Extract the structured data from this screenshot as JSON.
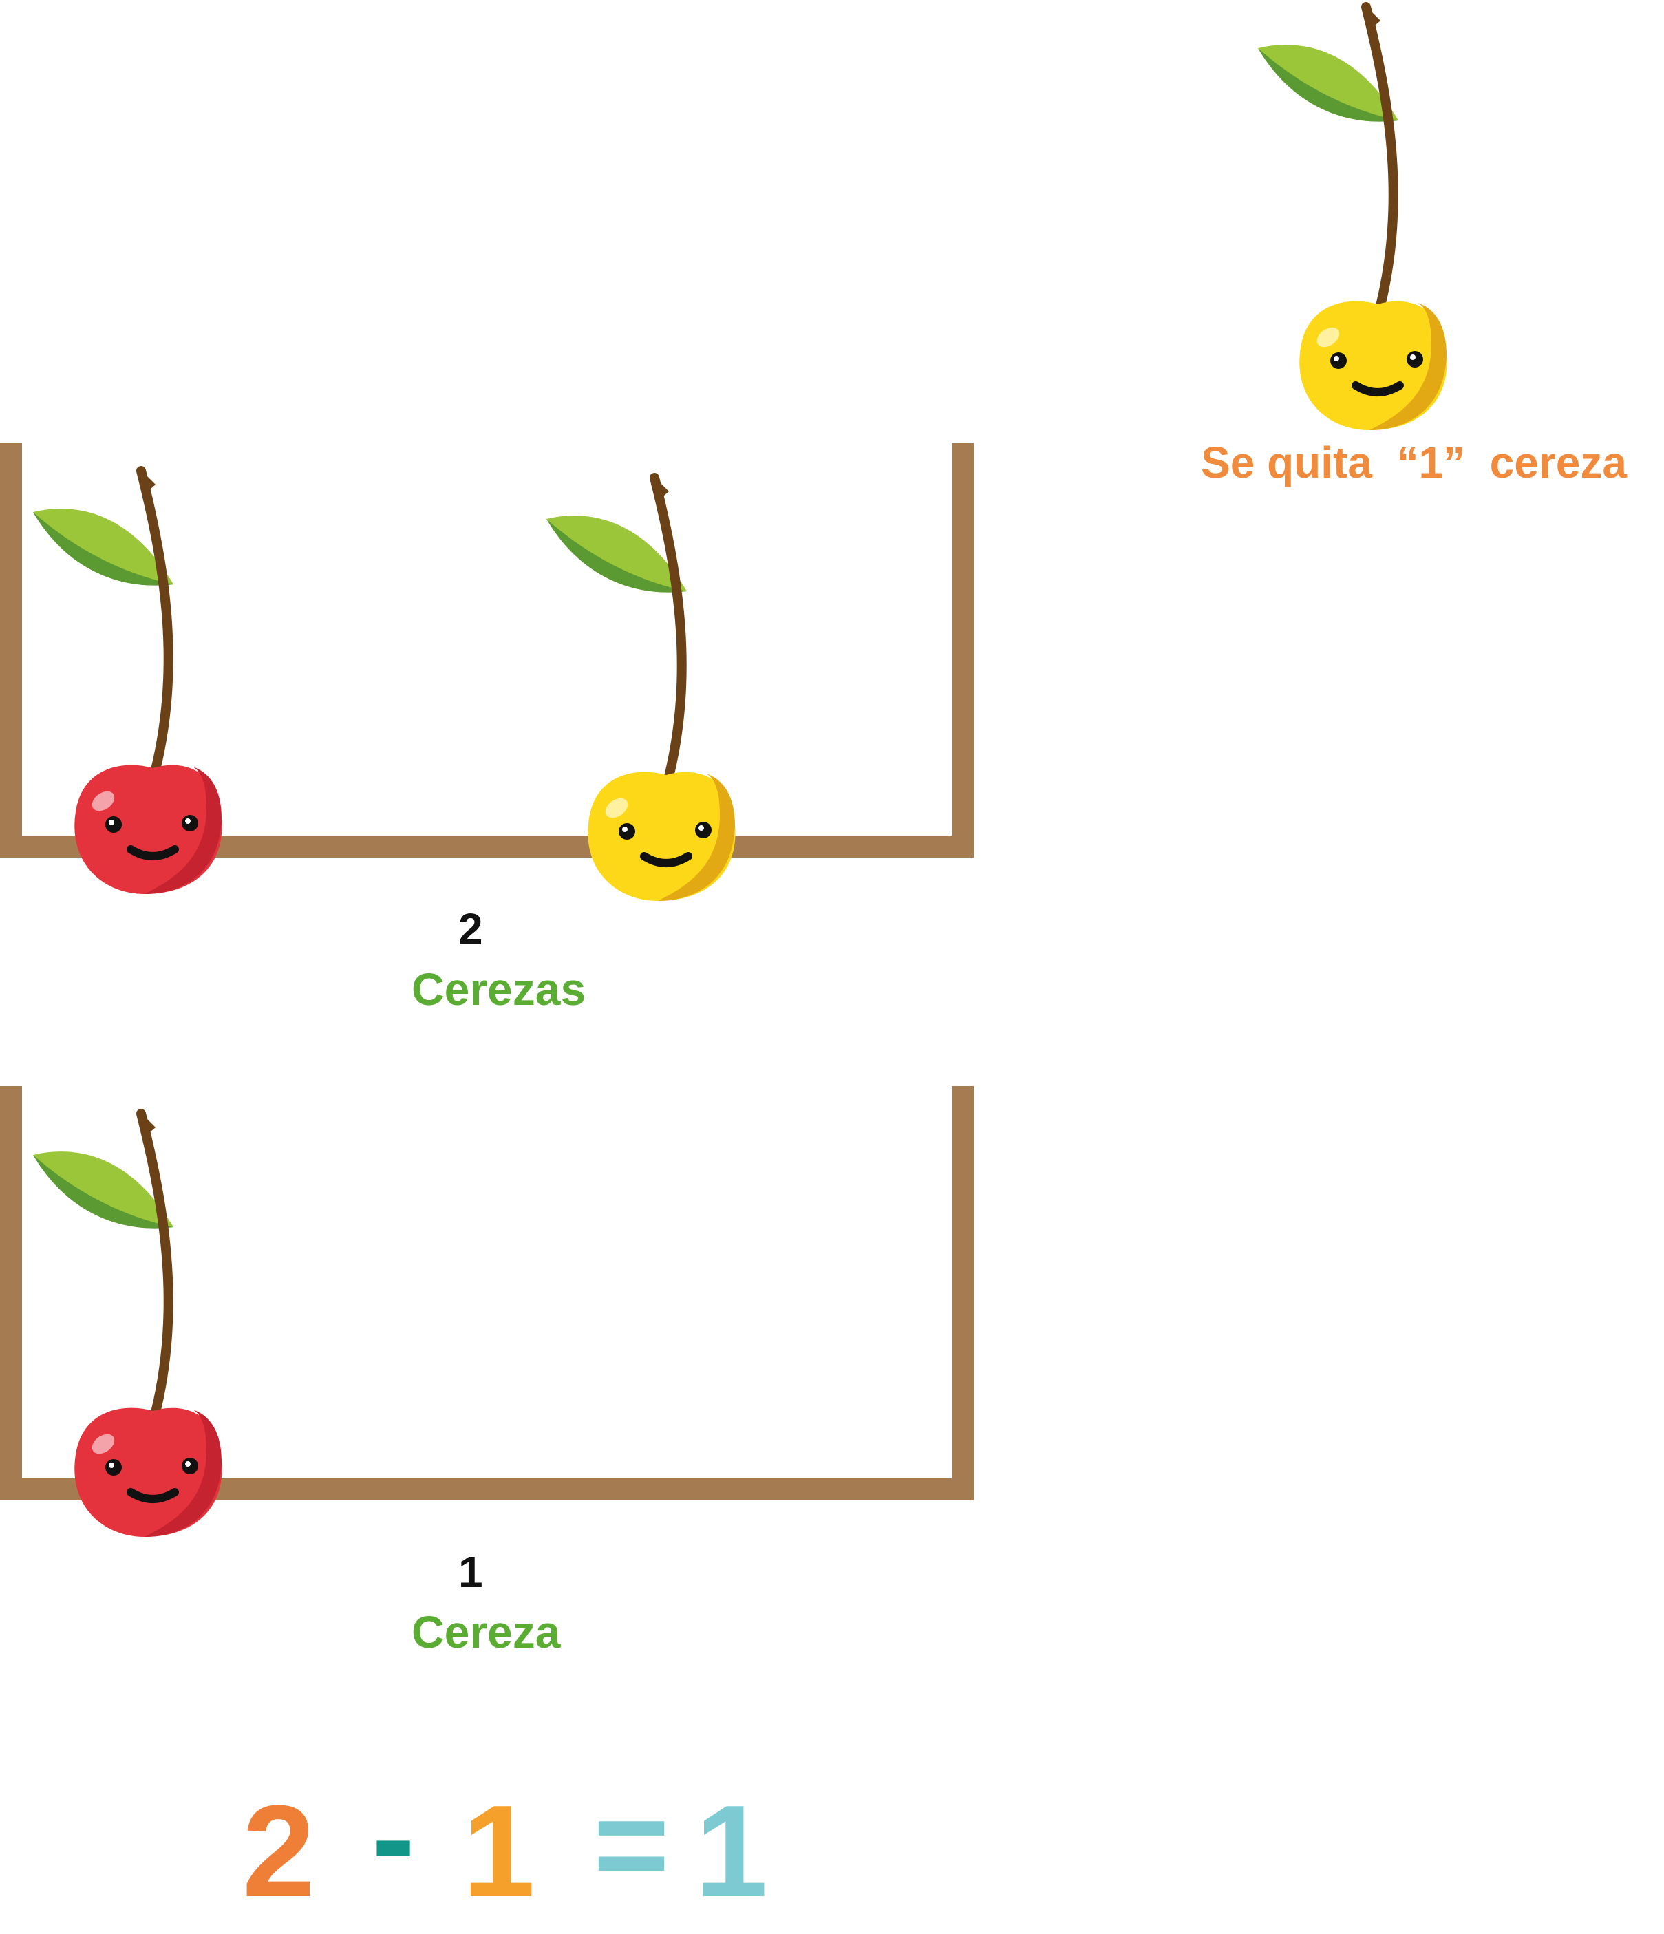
{
  "colors": {
    "box": "#a57c52",
    "green_text": "#5bac32",
    "orange_text": "#f08a3c",
    "num_text": "#111111",
    "eq_2": "#ef7f37",
    "eq_minus": "#12968a",
    "eq_1": "#f5a02a",
    "eq_equals": "#7ecad3",
    "eq_result": "#7ecad3"
  },
  "removed": {
    "caption": "Se quita  “1”  cereza",
    "cherry_icon": "yellow-cherry-icon"
  },
  "box1": {
    "cherries": [
      "red-cherry-icon",
      "yellow-cherry-icon"
    ],
    "count": "2",
    "word": "Cerezas"
  },
  "box2": {
    "cherries": [
      "red-cherry-icon"
    ],
    "count": "1",
    "word": "Cereza"
  },
  "equation": {
    "a": "2",
    "op": "-",
    "b": "1",
    "eq": "=",
    "result": "1"
  }
}
